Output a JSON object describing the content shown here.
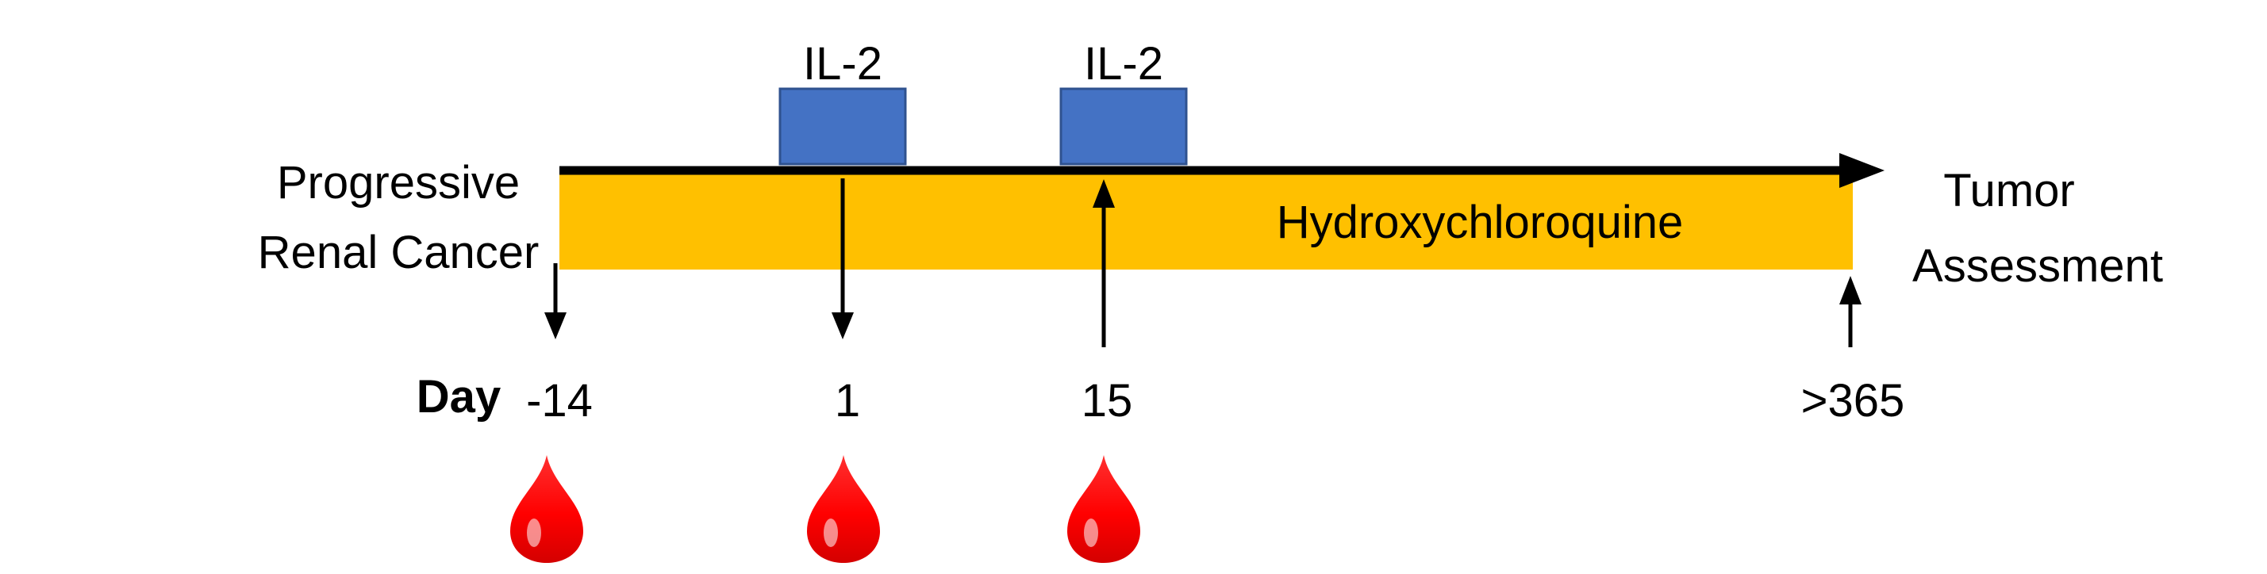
{
  "start_label": {
    "line1": "Progressive",
    "line2": "Renal Cancer"
  },
  "end_label": {
    "line1": "Tumor",
    "line2": "Assessment"
  },
  "treatment_bar": {
    "label": "Hydroxychloroquine",
    "color": "#ffc000"
  },
  "doses": [
    {
      "label": "IL-2",
      "color": "#4472c4"
    },
    {
      "label": "IL-2",
      "color": "#4472c4"
    }
  ],
  "day_axis": {
    "title": "Day",
    "ticks": [
      "-14",
      "1",
      "15",
      ">365"
    ]
  },
  "blood_draw": {
    "icon": "blood-drop-icon",
    "color": "#ff0000",
    "count": 3
  },
  "colors": {
    "timeline": "#000000",
    "arrow": "#000000",
    "dose_border": "#2f528f"
  }
}
